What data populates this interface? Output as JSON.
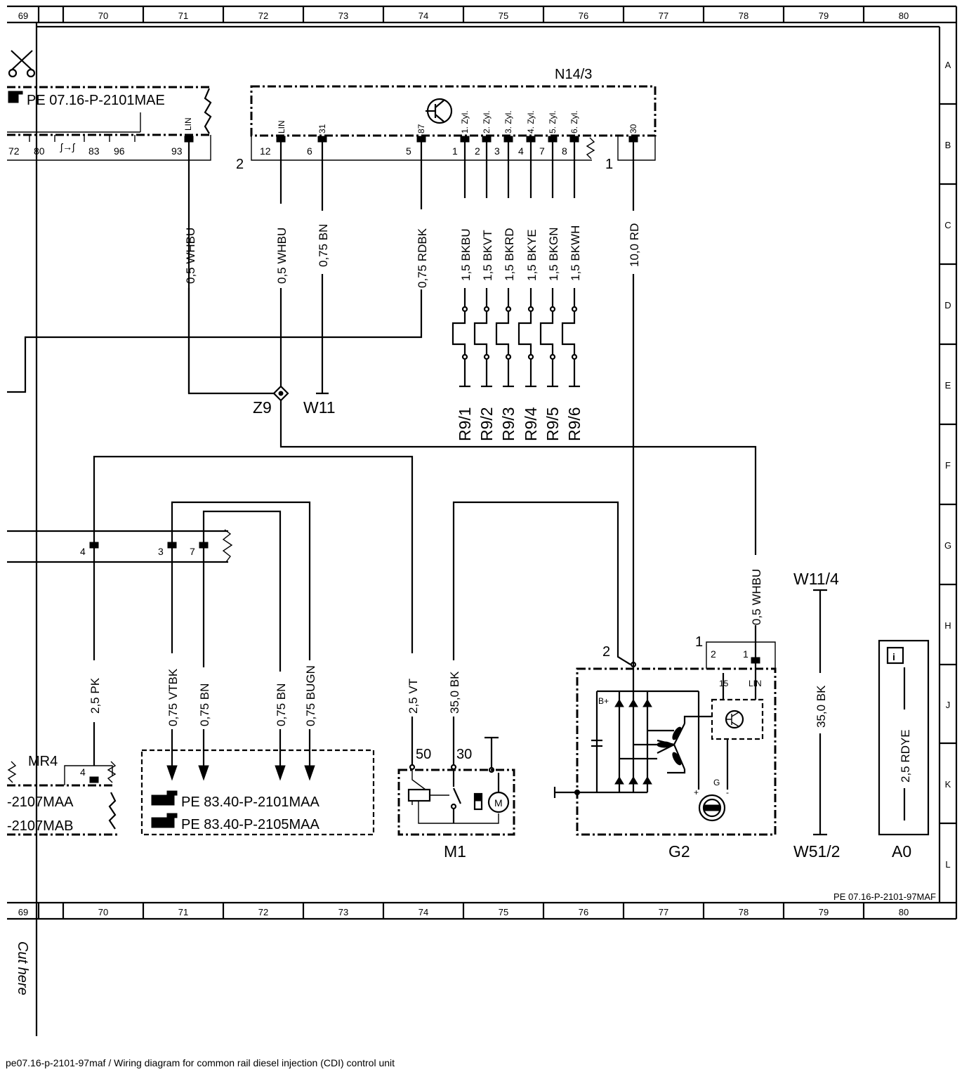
{
  "grid": {
    "columns": [
      "69",
      "70",
      "71",
      "72",
      "73",
      "74",
      "75",
      "76",
      "77",
      "78",
      "79",
      "80"
    ],
    "rows": [
      "A",
      "B",
      "C",
      "D",
      "E",
      "F",
      "G",
      "H",
      "J",
      "K",
      "L"
    ]
  },
  "document_id": "PE 07.16-P-2101-97MAF",
  "caption": "pe07.16-p-2101-97maf / Wiring diagram for common rail diesel injection (CDI) control unit",
  "cut_here": "Cut here",
  "left_block": {
    "reference": "PE 07.16-P-2101MAE",
    "pins": [
      "72",
      "80",
      "83",
      "96",
      "93"
    ],
    "signal_label": "LIN"
  },
  "n14_3": {
    "label": "N14/3",
    "connector_left": "2",
    "connector_right": "1",
    "signals": [
      "LIN",
      "31",
      "87",
      "1. Zyl.",
      "2. Zyl.",
      "3. Zyl.",
      "4. Zyl.",
      "5. Zyl.",
      "6. Zyl.",
      "30"
    ],
    "pins": [
      "12",
      "6",
      "5",
      "1",
      "2",
      "3",
      "4",
      "7",
      "8"
    ]
  },
  "wires": {
    "w93": "0,5 WHBU",
    "w12": "0,5 WHBU",
    "w6": "0,75 BN",
    "w5": "0,75 RDBK",
    "g1": "1,5 BKBU",
    "g2": "1,5 BKVT",
    "g3": "1,5 BKRD",
    "g4": "1,5 BKYE",
    "g5": "1,5 BKGN",
    "g6": "1,5 BKWH",
    "w30": "10,0 RD",
    "lin_g2": "0,5 WHBU",
    "pk": "2,5 PK",
    "vtbk": "0,75 VTBK",
    "bn1": "0,75 BN",
    "bn2": "0,75 BN",
    "bugn": "0,75 BUGN",
    "vt": "2,5 VT",
    "bk35": "35,0 BK",
    "w11_4": "35,0 BK",
    "a0": "2,5 RDYE"
  },
  "glow_plugs": [
    "R9/1",
    "R9/2",
    "R9/3",
    "R9/4",
    "R9/5",
    "R9/6"
  ],
  "z9": "Z9",
  "w11": "W11",
  "plug_pins": {
    "p4": "4",
    "p3": "3",
    "p7": "7"
  },
  "mr4": {
    "label": "MR4",
    "pin": "4",
    "ref1": "-2107MAA",
    "ref2": "-2107MAB"
  },
  "refs": [
    "PE 83.40-P-2101MAA",
    "PE 83.40-P-2105MAA"
  ],
  "m1": {
    "label": "M1",
    "t50": "50",
    "t30": "30",
    "motor": "M"
  },
  "g2": {
    "label": "G2",
    "pin2": "2",
    "pin1": "1",
    "c2": "2",
    "c1": "1",
    "t15": "15",
    "lin": "LIN",
    "bplus": "B+",
    "g": "G",
    "plus": "+",
    "minus": "-"
  },
  "ground_points": {
    "top": "W11/4",
    "bottom": "W51/2"
  },
  "a0": {
    "label": "A0",
    "info": "i"
  }
}
